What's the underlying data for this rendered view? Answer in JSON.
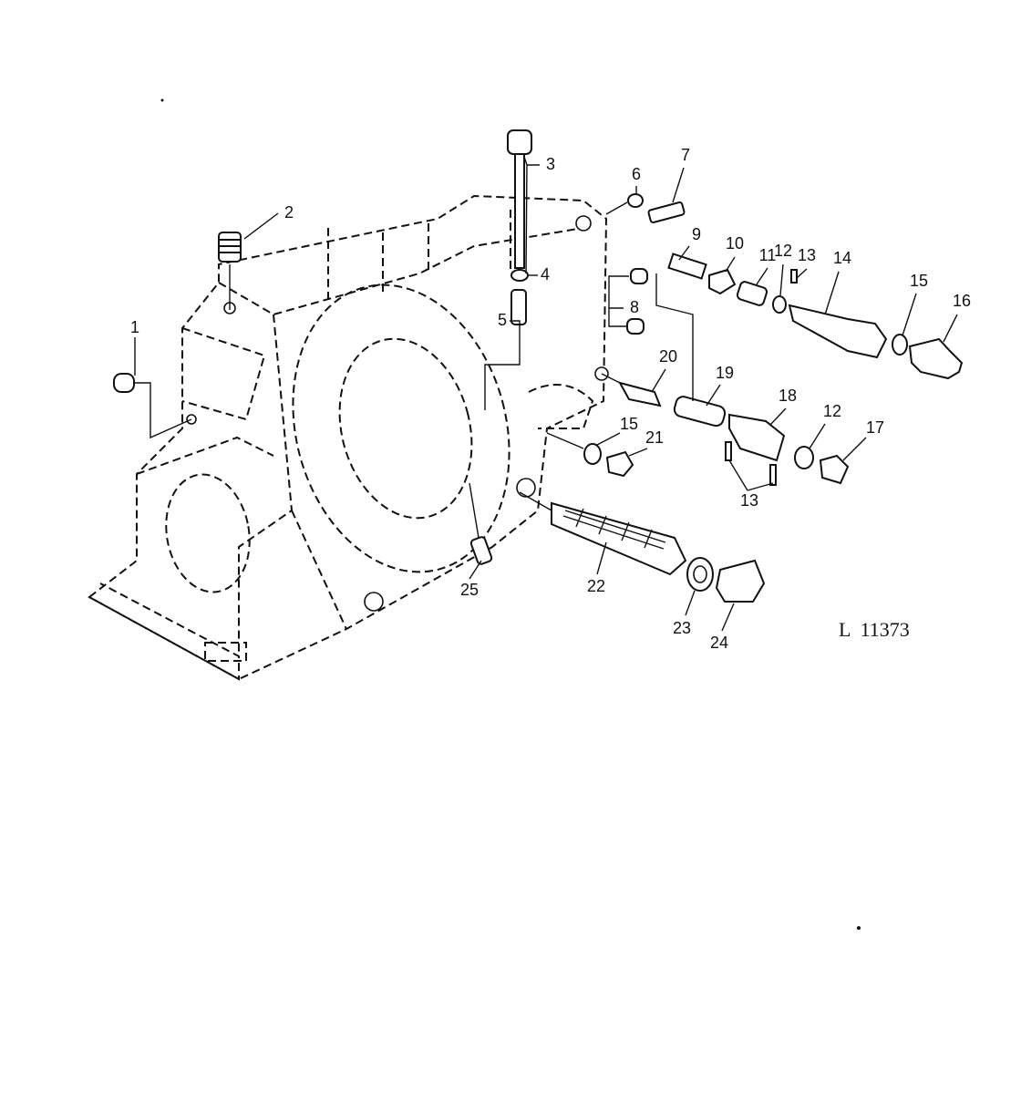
{
  "diagram": {
    "reference_code": "L  11373",
    "colors": {
      "ink": "#111111",
      "background": "#ffffff"
    },
    "callouts": [
      {
        "id": "c1",
        "label": "1"
      },
      {
        "id": "c2",
        "label": "2"
      },
      {
        "id": "c3",
        "label": "3"
      },
      {
        "id": "c4",
        "label": "4"
      },
      {
        "id": "c5",
        "label": "5"
      },
      {
        "id": "c6",
        "label": "6"
      },
      {
        "id": "c7",
        "label": "7"
      },
      {
        "id": "c8",
        "label": "8"
      },
      {
        "id": "c9",
        "label": "9"
      },
      {
        "id": "c10",
        "label": "10"
      },
      {
        "id": "c11",
        "label": "11"
      },
      {
        "id": "c12a",
        "label": "12"
      },
      {
        "id": "c13a",
        "label": "13"
      },
      {
        "id": "c14",
        "label": "14"
      },
      {
        "id": "c15a",
        "label": "15"
      },
      {
        "id": "c16",
        "label": "16"
      },
      {
        "id": "c20",
        "label": "20"
      },
      {
        "id": "c19",
        "label": "19"
      },
      {
        "id": "c18",
        "label": "18"
      },
      {
        "id": "c12b",
        "label": "12"
      },
      {
        "id": "c17",
        "label": "17"
      },
      {
        "id": "c15b",
        "label": "15"
      },
      {
        "id": "c21",
        "label": "21"
      },
      {
        "id": "c13b",
        "label": "13"
      },
      {
        "id": "c25",
        "label": "25"
      },
      {
        "id": "c22",
        "label": "22"
      },
      {
        "id": "c23",
        "label": "23"
      },
      {
        "id": "c24",
        "label": "24"
      }
    ]
  }
}
